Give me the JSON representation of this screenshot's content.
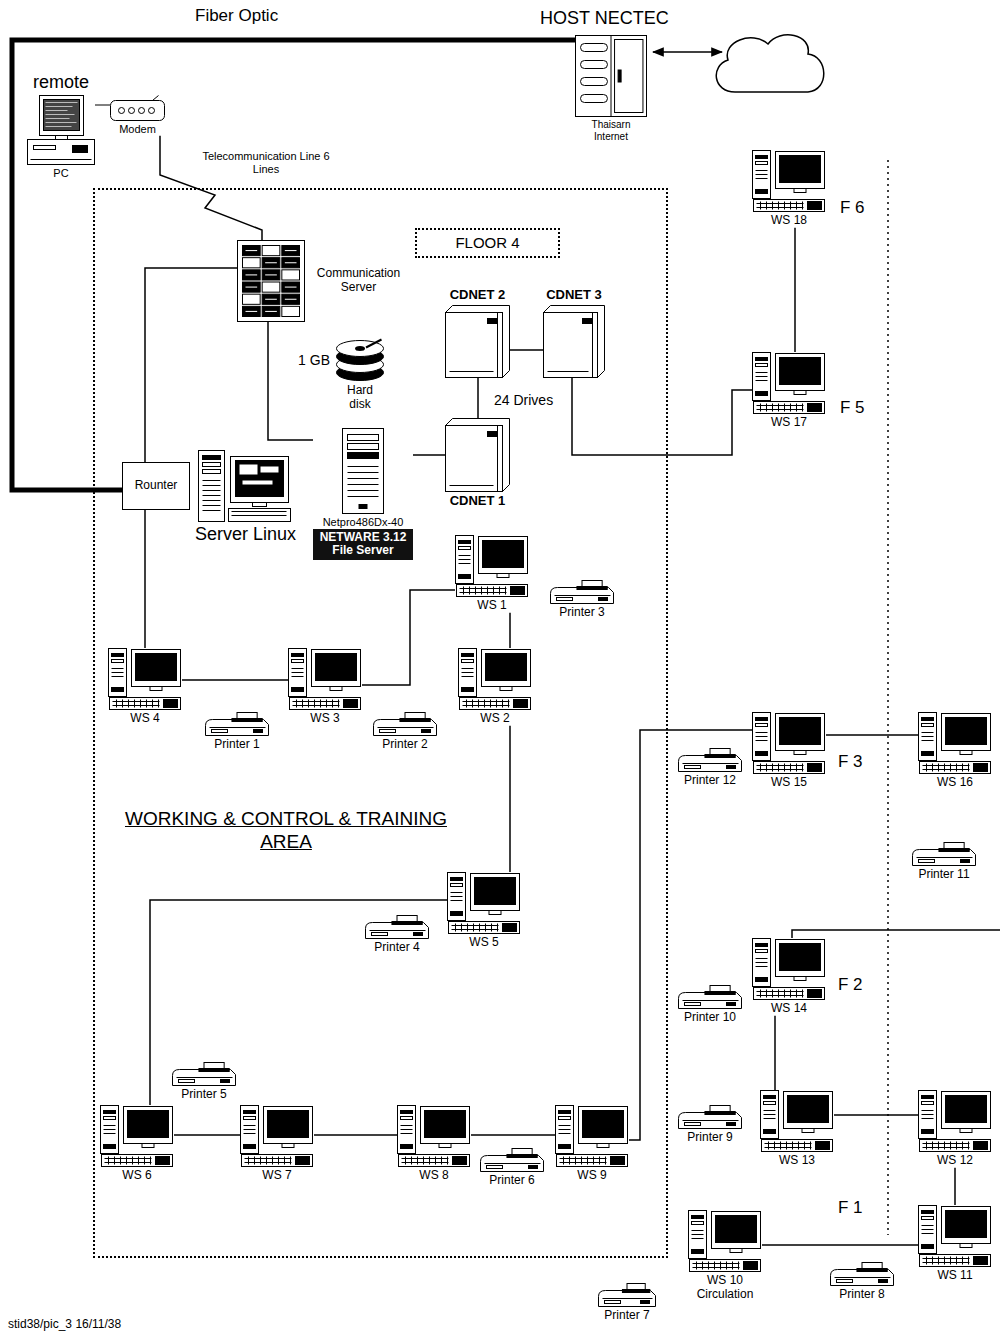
{
  "diagram": {
    "nodes": [
      {
        "text": [
          "Thaisarn Internet"
        ]
      },
      {
        "text": [
          "remote",
          "PC"
        ]
      },
      {
        "text": [
          "Modem"
        ]
      },
      {
        "text": [
          "WORKING & CONTROL & TRAINING AREA"
        ]
      },
      {
        "text": [
          "Communication Server"
        ],
        "in": 3
      },
      {
        "text": [
          "FLOOR 4"
        ],
        "in": 3
      },
      {
        "text": [
          "CDNET 2"
        ],
        "in": 3
      },
      {
        "text": [
          "CDNET 3"
        ],
        "in": 3
      },
      {
        "text": [
          "1 GB",
          "Hard disk"
        ],
        "in": 3
      },
      {
        "text": [
          "CDNET 1"
        ],
        "in": 3
      },
      {
        "text": [
          "Rounter"
        ],
        "in": 3
      },
      {
        "text": [
          "Server Linux"
        ],
        "in": 3
      },
      {
        "text": [
          "Netpro486Dx-40",
          "NETWARE 3.12 File Server"
        ],
        "in": 3
      },
      {
        "text": [
          "WS 1"
        ],
        "in": 3
      },
      {
        "text": [
          "Printer 3"
        ],
        "in": 3
      },
      {
        "text": [
          "WS 4"
        ],
        "in": 3
      },
      {
        "text": [
          "Printer 1"
        ],
        "in": 3
      },
      {
        "text": [
          "WS 3"
        ],
        "in": 3
      },
      {
        "text": [
          "Printer 2"
        ],
        "in": 3
      },
      {
        "text": [
          "WS 2"
        ],
        "in": 3
      },
      {
        "text": [
          "Printer 4"
        ],
        "in": 3
      },
      {
        "text": [
          "WS 5"
        ],
        "in": 3
      },
      {
        "text": [
          "Printer 5"
        ],
        "in": 3
      },
      {
        "text": [
          "WS 6"
        ],
        "in": 3
      },
      {
        "text": [
          "WS 7"
        ],
        "in": 3
      },
      {
        "text": [
          "WS 8"
        ],
        "in": 3
      },
      {
        "text": [
          "Printer 6"
        ],
        "in": 3
      },
      {
        "text": [
          "WS 9"
        ],
        "in": 3
      },
      {
        "text": [
          "WS 18"
        ]
      },
      {
        "text": [
          "WS 17"
        ]
      },
      {
        "text": [
          "Printer 12"
        ]
      },
      {
        "text": [
          "WS 15"
        ]
      },
      {
        "text": [
          "WS 16"
        ]
      },
      {
        "text": [
          "Printer 11"
        ]
      },
      {
        "text": [
          "Printer 10"
        ]
      },
      {
        "text": [
          "WS 14"
        ]
      },
      {
        "text": [
          "Printer 9"
        ]
      },
      {
        "text": [
          "WS 13"
        ]
      },
      {
        "text": [
          "WS 12"
        ]
      },
      {
        "text": [
          "Printer 7"
        ]
      },
      {
        "text": [
          "WS 10",
          "Circulation"
        ]
      },
      {
        "text": [
          "Printer 8"
        ]
      },
      {
        "text": [
          "WS 11"
        ]
      }
    ],
    "edges": [
      {
        "from": 1,
        "to": 2,
        "arrow": "none"
      },
      {
        "from": 0,
        "to": 10,
        "label": "Fiber Optic",
        "arrow": "none"
      },
      {
        "from": 2,
        "to": 4,
        "label": "Telecommunication Line 6 Lines",
        "arrow": "none"
      },
      {
        "from": 10,
        "to": 4,
        "arrow": "none"
      },
      {
        "from": 4,
        "to": 12,
        "arrow": "none"
      },
      {
        "from": 12,
        "to": 9,
        "arrow": "none"
      },
      {
        "from": 9,
        "to": 6,
        "arrow": "none"
      },
      {
        "from": 6,
        "to": 7,
        "arrow": "none"
      },
      {
        "from": 7,
        "to": 29,
        "arrow": "none"
      },
      {
        "from": 29,
        "to": 28,
        "arrow": "none"
      },
      {
        "from": 10,
        "to": 15,
        "arrow": "none"
      },
      {
        "from": 15,
        "to": 17,
        "arrow": "none"
      },
      {
        "from": 17,
        "to": 13,
        "arrow": "none"
      },
      {
        "from": 13,
        "to": 19,
        "arrow": "none"
      },
      {
        "from": 19,
        "to": 21,
        "arrow": "none"
      },
      {
        "from": 21,
        "to": 23,
        "arrow": "none"
      },
      {
        "from": 23,
        "to": 24,
        "arrow": "none"
      },
      {
        "from": 24,
        "to": 25,
        "arrow": "none"
      },
      {
        "from": 25,
        "to": 27,
        "arrow": "none"
      },
      {
        "from": 27,
        "to": 31,
        "arrow": "none"
      },
      {
        "from": 31,
        "to": 32,
        "arrow": "none"
      },
      {
        "from": 35,
        "to": 37,
        "arrow": "none"
      },
      {
        "from": 37,
        "to": 38,
        "arrow": "none"
      },
      {
        "from": 38,
        "to": 42,
        "arrow": "none"
      },
      {
        "from": 40,
        "to": 42,
        "arrow": "none"
      }
    ],
    "labels": [
      "HOST NECTEC",
      "F 6",
      "24 Drives",
      "F 5",
      "F 3",
      "F 2",
      "F 1",
      "stid38/pic_3 16/11/38"
    ]
  }
}
